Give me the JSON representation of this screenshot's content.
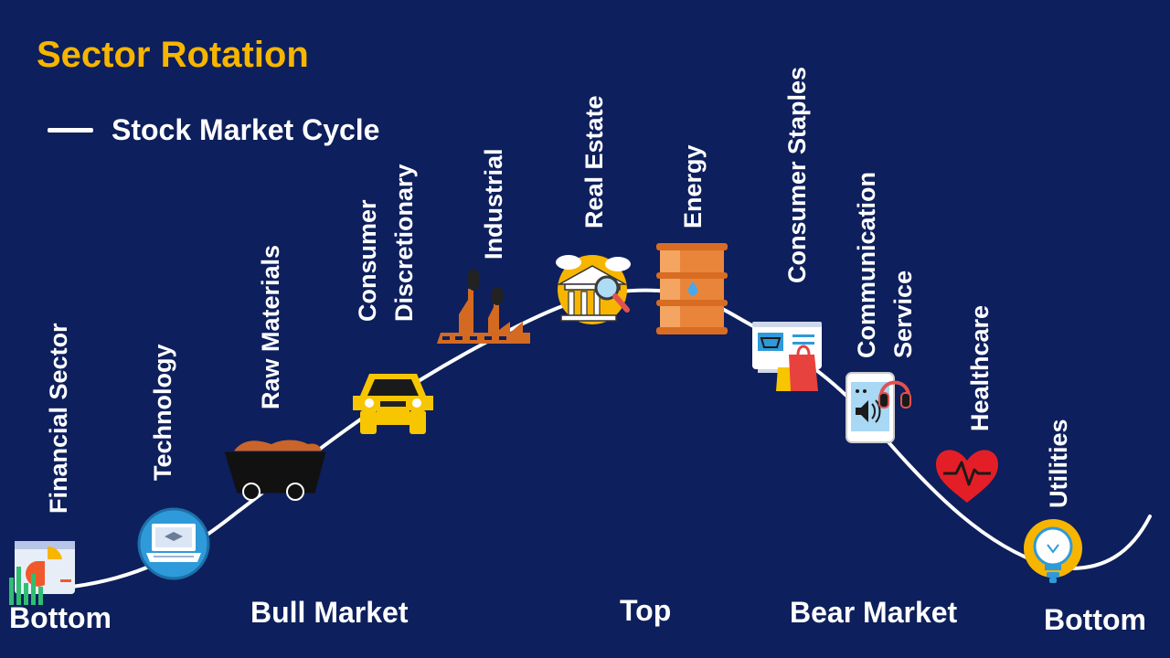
{
  "title": "Sector Rotation",
  "legend": {
    "label": "Stock Market Cycle"
  },
  "sectors": [
    {
      "label": "Financial Sector",
      "icon": "pie-chart-icon"
    },
    {
      "label": "Technology",
      "icon": "laptop-icon"
    },
    {
      "label": "Raw Materials",
      "icon": "ore-cart-icon"
    },
    {
      "label": "Consumer Discretionary",
      "lines": [
        "Consumer",
        "Discretionary"
      ],
      "icon": "car-icon"
    },
    {
      "label": "Industrial",
      "icon": "factory-icon"
    },
    {
      "label": "Real Estate",
      "icon": "bank-building-icon"
    },
    {
      "label": "Energy",
      "icon": "oil-barrel-icon"
    },
    {
      "label": "Consumer Staples",
      "icon": "shopping-basket-icon"
    },
    {
      "label": "Communication Service",
      "lines": [
        "Communication",
        "Service"
      ],
      "icon": "smartphone-speaker-icon"
    },
    {
      "label": "Healthcare",
      "icon": "heart-pulse-icon"
    },
    {
      "label": "Utilities",
      "icon": "light-bulb-icon"
    }
  ],
  "phases": {
    "bottom_left": "Bottom",
    "bull": "Bull Market",
    "top": "Top",
    "bear": "Bear Market",
    "bottom_right": "Bottom"
  },
  "colors": {
    "background": "#0d1f5c",
    "title": "#f7b500",
    "curve": "#ffffff",
    "label": "#ffffff"
  }
}
